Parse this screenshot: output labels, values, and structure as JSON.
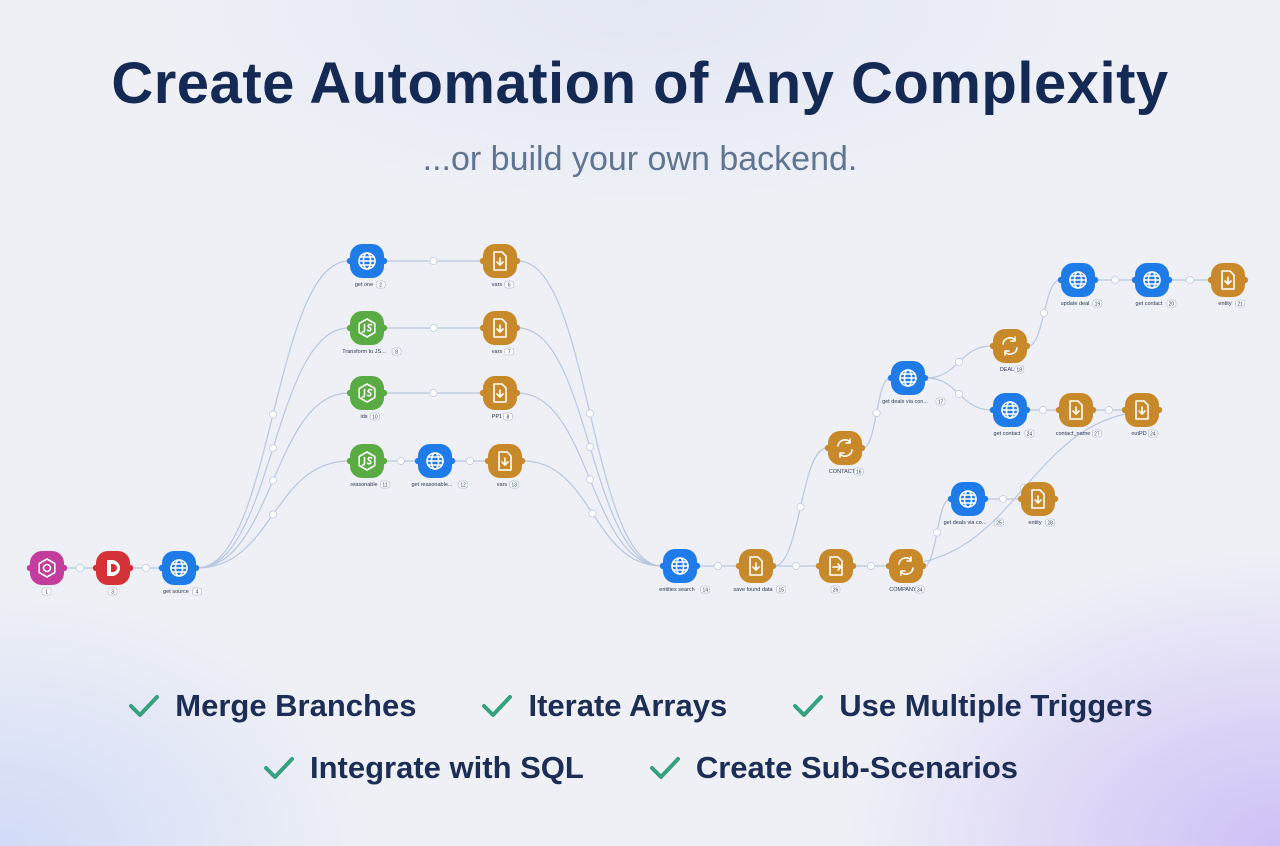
{
  "header": {
    "title": "Create Automation of Any Complexity",
    "subtitle": "...or build your own backend."
  },
  "features": [
    [
      "Merge Branches",
      "Iterate Arrays",
      "Use Multiple Triggers"
    ],
    [
      "Integrate with SQL",
      "Create Sub-Scenarios"
    ]
  ],
  "colors": {
    "http": "#1f7be8",
    "js": "#5bab45",
    "tool": "#c8892a",
    "webhook": "#c23d9c",
    "red_app": "#d43236",
    "check": "#35a17e",
    "title": "#142a55"
  },
  "flow": {
    "nodes": [
      {
        "id": "n1",
        "icon": "webhook-icon",
        "color": "webhook",
        "label": "",
        "num": "1"
      },
      {
        "id": "n2",
        "icon": "app-d-icon",
        "color": "red_app",
        "label": "",
        "num": "3"
      },
      {
        "id": "n3",
        "icon": "globe-icon",
        "color": "http",
        "label": "get source",
        "num": "4"
      },
      {
        "id": "n4",
        "icon": "globe-icon",
        "color": "http",
        "label": "get one",
        "num": "2"
      },
      {
        "id": "n5",
        "icon": "download-icon",
        "color": "tool",
        "label": "vars",
        "num": "6"
      },
      {
        "id": "n6",
        "icon": "js-icon",
        "color": "js",
        "label": "Transform to JS...",
        "num": "8"
      },
      {
        "id": "n7",
        "icon": "download-icon",
        "color": "tool",
        "label": "vars",
        "num": "7"
      },
      {
        "id": "n8",
        "icon": "js-icon",
        "color": "js",
        "label": "ids",
        "num": "10"
      },
      {
        "id": "n9",
        "icon": "download-icon",
        "color": "tool",
        "label": "PP1",
        "num": "8"
      },
      {
        "id": "n10",
        "icon": "js-icon",
        "color": "js",
        "label": "reasonable",
        "num": "11"
      },
      {
        "id": "n11",
        "icon": "globe-icon",
        "color": "http",
        "label": "get reasonable...",
        "num": "12"
      },
      {
        "id": "n12",
        "icon": "download-icon",
        "color": "tool",
        "label": "vars",
        "num": "13"
      },
      {
        "id": "n13",
        "icon": "globe-icon",
        "color": "http",
        "label": "entities search",
        "num": "14"
      },
      {
        "id": "n14",
        "icon": "download-icon",
        "color": "tool",
        "label": "save found data",
        "num": "15"
      },
      {
        "id": "n15",
        "icon": "export-icon",
        "color": "tool",
        "label": "",
        "num": "26"
      },
      {
        "id": "n16",
        "icon": "loop-icon",
        "color": "tool",
        "label": "COMPANY",
        "num": "34"
      },
      {
        "id": "n17",
        "icon": "loop-icon",
        "color": "tool",
        "label": "CONTACT",
        "num": "16"
      },
      {
        "id": "n18",
        "icon": "globe-icon",
        "color": "http",
        "label": "get deals via con...",
        "num": "17"
      },
      {
        "id": "n19",
        "icon": "loop-icon",
        "color": "tool",
        "label": "DEAL",
        "num": "18"
      },
      {
        "id": "n20",
        "icon": "globe-icon",
        "color": "http",
        "label": "update deal",
        "num": "19"
      },
      {
        "id": "n21",
        "icon": "globe-icon",
        "color": "http",
        "label": "get contact",
        "num": "20"
      },
      {
        "id": "n22",
        "icon": "download-icon",
        "color": "tool",
        "label": "entity",
        "num": "21"
      },
      {
        "id": "n23",
        "icon": "globe-icon",
        "color": "http",
        "label": "get contact",
        "num": "24"
      },
      {
        "id": "n24",
        "icon": "download-icon",
        "color": "tool",
        "label": "contact_name",
        "num": "27"
      },
      {
        "id": "n25",
        "icon": "download-icon",
        "color": "tool",
        "label": "outPD",
        "num": "24"
      },
      {
        "id": "n26",
        "icon": "globe-icon",
        "color": "http",
        "label": "get deals via co...",
        "num": "25"
      },
      {
        "id": "n27",
        "icon": "download-icon",
        "color": "tool",
        "label": "entity",
        "num": "28"
      }
    ],
    "edges": [
      [
        "n1",
        "n2"
      ],
      [
        "n2",
        "n3"
      ],
      [
        "n3",
        "n4"
      ],
      [
        "n3",
        "n6"
      ],
      [
        "n3",
        "n8"
      ],
      [
        "n3",
        "n10"
      ],
      [
        "n4",
        "n5"
      ],
      [
        "n6",
        "n7"
      ],
      [
        "n8",
        "n9"
      ],
      [
        "n10",
        "n11"
      ],
      [
        "n11",
        "n12"
      ],
      [
        "n5",
        "n13"
      ],
      [
        "n7",
        "n13"
      ],
      [
        "n9",
        "n13"
      ],
      [
        "n12",
        "n13"
      ],
      [
        "n13",
        "n14"
      ],
      [
        "n14",
        "n17"
      ],
      [
        "n14",
        "n15"
      ],
      [
        "n15",
        "n16"
      ],
      [
        "n16",
        "n26"
      ],
      [
        "n26",
        "n27"
      ],
      [
        "n17",
        "n18"
      ],
      [
        "n18",
        "n19"
      ],
      [
        "n19",
        "n20"
      ],
      [
        "n20",
        "n21"
      ],
      [
        "n21",
        "n22"
      ],
      [
        "n18",
        "n23"
      ],
      [
        "n23",
        "n24"
      ],
      [
        "n24",
        "n25"
      ],
      [
        "n25",
        "n16"
      ]
    ]
  }
}
